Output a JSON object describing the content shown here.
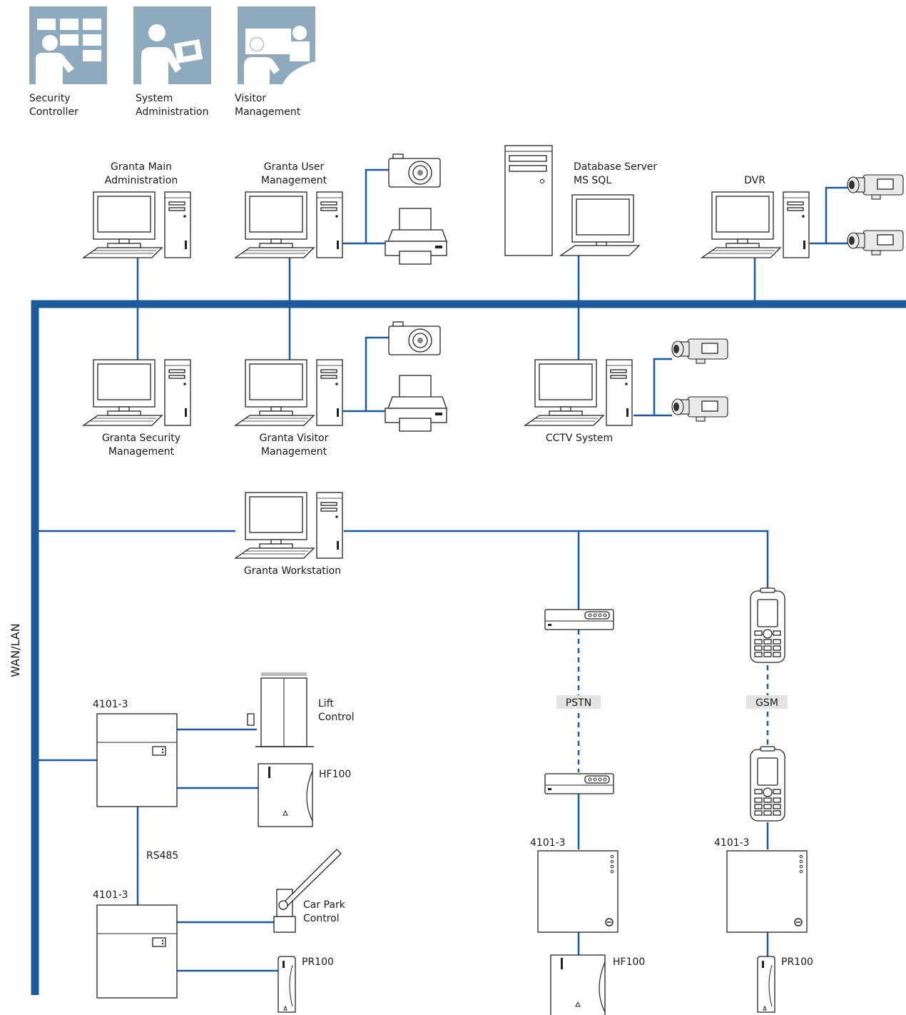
{
  "roles": [
    {
      "line1": "Security",
      "line2": "Controller",
      "icon": "security-controller-icon"
    },
    {
      "line1": "System",
      "line2": "Administration",
      "icon": "system-administration-icon"
    },
    {
      "line1": "Visitor",
      "line2": "Management",
      "icon": "visitor-management-icon"
    }
  ],
  "labels": {
    "main_admin": [
      "Granta Main",
      "Administration"
    ],
    "user_mgmt": [
      "Granta User",
      "Management"
    ],
    "db_server": [
      "Database Server",
      "MS SQL"
    ],
    "dvr": "DVR",
    "security_mgmt": [
      "Granta Security",
      "Management"
    ],
    "visitor_mgmt": [
      "Granta Visitor",
      "Management"
    ],
    "cctv": "CCTV System",
    "workstation": "Granta Workstation",
    "network": "WAN/LAN",
    "controller": "4101-3",
    "lift": [
      "Lift",
      "Control"
    ],
    "hf100": "HF100",
    "rs485": "RS485",
    "carpark": [
      "Car Park",
      "Control"
    ],
    "pr100": "PR100",
    "pstn": "PSTN",
    "gsm": "GSM"
  },
  "colors": {
    "network_line": "#1d5a99",
    "role_tile": "#8fa9bd",
    "tag_background": "#e3e3e3"
  }
}
